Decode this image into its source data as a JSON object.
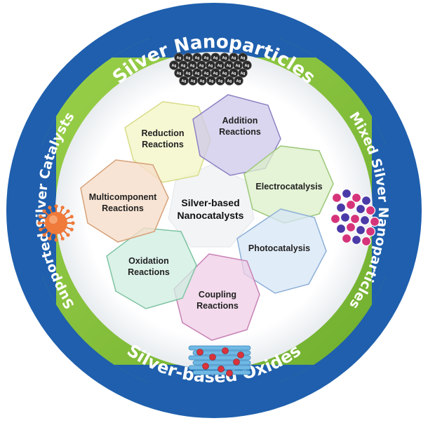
{
  "ring": {
    "top": "Silver Nanoparticles",
    "right": "Mixed Silver Nanoparticles",
    "bottom": "Silver-based Oxides",
    "left": "Supported Silver Catalysts"
  },
  "center": {
    "line1": "Silver-based",
    "line2": "Nanocatalysts"
  },
  "reactions": [
    {
      "line1": "Reduction",
      "line2": "Reactions"
    },
    {
      "line1": "Addition",
      "line2": "Reactions"
    },
    {
      "line1": "Electrocatalysis",
      "line2": ""
    },
    {
      "line1": "Photocatalysis",
      "line2": ""
    },
    {
      "line1": "Coupling",
      "line2": "Reactions"
    },
    {
      "line1": "Oxidation",
      "line2": "Reactions"
    },
    {
      "line1": "Multicomponent",
      "line2": "Reactions"
    }
  ],
  "atom_label": "Ag",
  "colors": {
    "ring_blue": "#1f5fad",
    "ring_green": "#8ec63f",
    "reduction": "#f4f6c8",
    "addition": "#cfc8ea",
    "electrocatalysis": "#dcefc8",
    "photocatalysis": "#d6e6f6",
    "coupling": "#efcde6",
    "oxidation": "#cfeee0",
    "multicomponent": "#f6ddc9"
  }
}
